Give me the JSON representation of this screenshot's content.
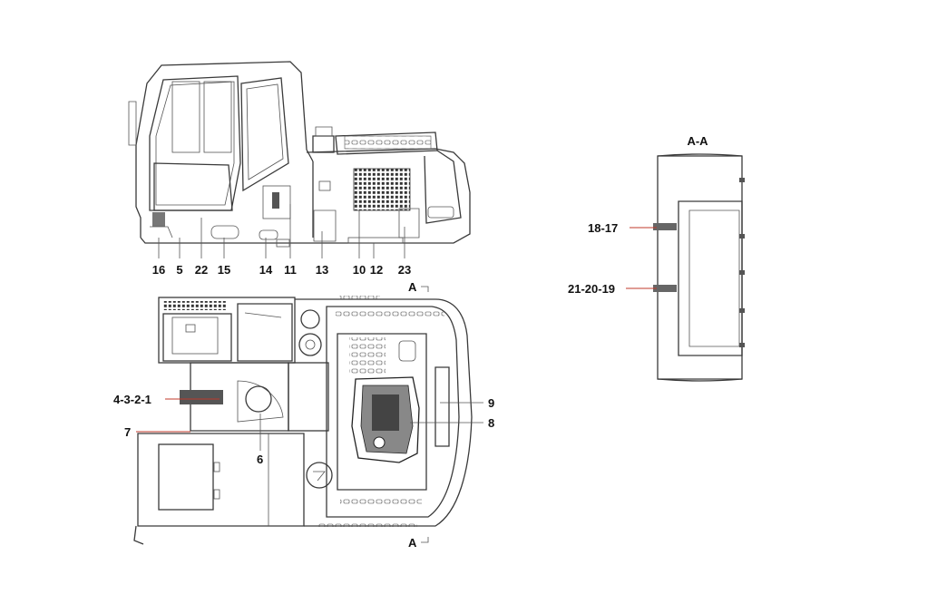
{
  "section_label": "A-A",
  "section_markers": [
    "A",
    "A"
  ],
  "side_view_labels": [
    "16",
    "5",
    "22",
    "15",
    "14",
    "11",
    "13",
    "10",
    "12",
    "23"
  ],
  "top_view_labels": [
    "4-3-2-1",
    "7",
    "6",
    "9",
    "8"
  ],
  "section_view_labels": [
    "18-17",
    "21-20-19"
  ]
}
